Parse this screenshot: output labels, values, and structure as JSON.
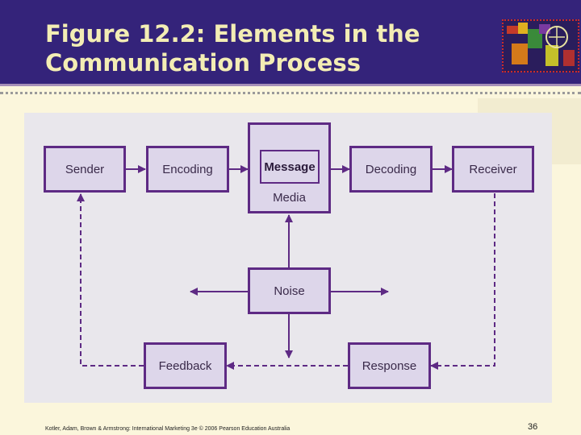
{
  "slide": {
    "title_line1": "Figure 12.2: Elements in the",
    "title_line2": "Communication Process",
    "footer": "Kotler, Adam, Brown & Armstrong: International Marketing 3e © 2006 Pearson Education Australia",
    "page_number": "36"
  },
  "diagram": {
    "nodes": {
      "sender": "Sender",
      "encoding": "Encoding",
      "message": "Message",
      "media": "Media",
      "decoding": "Decoding",
      "receiver": "Receiver",
      "noise": "Noise",
      "feedback": "Feedback",
      "response": "Response"
    }
  },
  "colors": {
    "header_bg": "#34237a",
    "title_text": "#f3edb4",
    "box_fill": "#ddd6ea",
    "box_border": "#5e2a84"
  }
}
